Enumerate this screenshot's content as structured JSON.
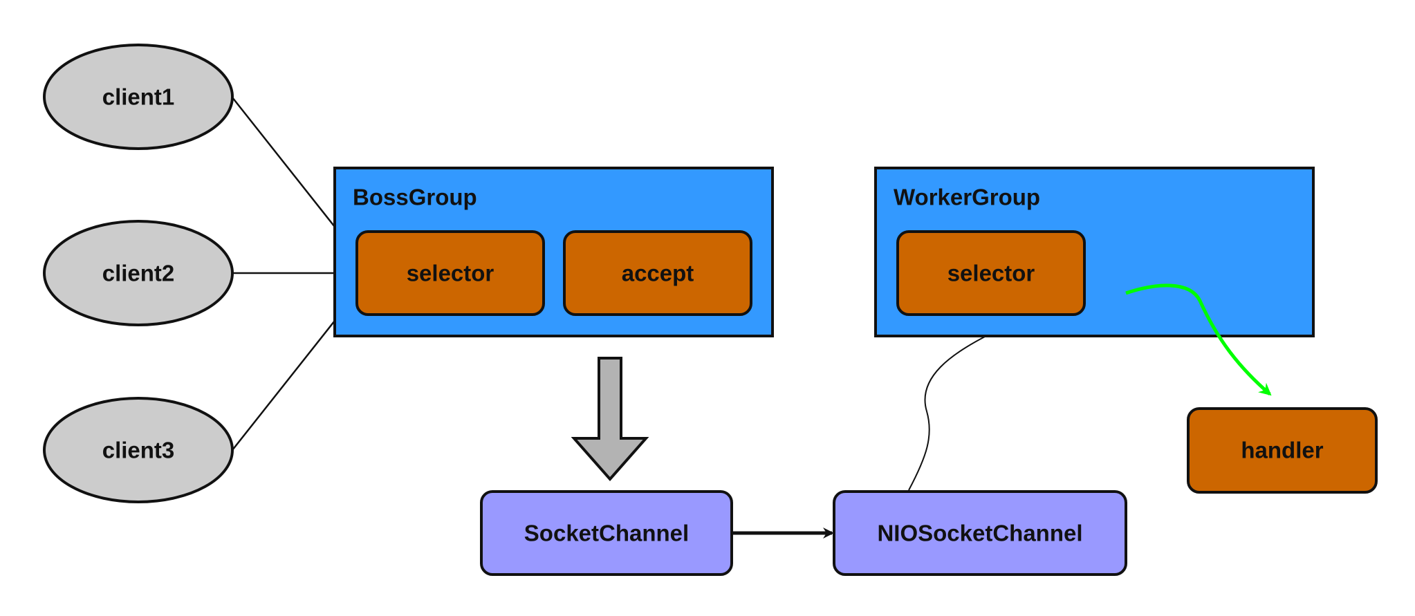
{
  "clients": [
    {
      "label": "client1"
    },
    {
      "label": "client2"
    },
    {
      "label": "client3"
    }
  ],
  "boss_group": {
    "title": "BossGroup",
    "selector_label": "selector",
    "accept_label": "accept"
  },
  "worker_group": {
    "title": "WorkerGroup",
    "selector_label": "selector"
  },
  "handler": {
    "label": "handler"
  },
  "socket_channel": {
    "label": "SocketChannel"
  },
  "nio_socket_channel": {
    "label": "NIOSocketChannel"
  },
  "colors": {
    "client_fill": "#cccccc",
    "group_fill": "#3399ff",
    "box_fill": "#cc6600",
    "channel_fill": "#9999ff",
    "big_arrow_fill": "#b3b3b3",
    "handler_arrow": "#00ff00",
    "stroke": "#111111"
  }
}
